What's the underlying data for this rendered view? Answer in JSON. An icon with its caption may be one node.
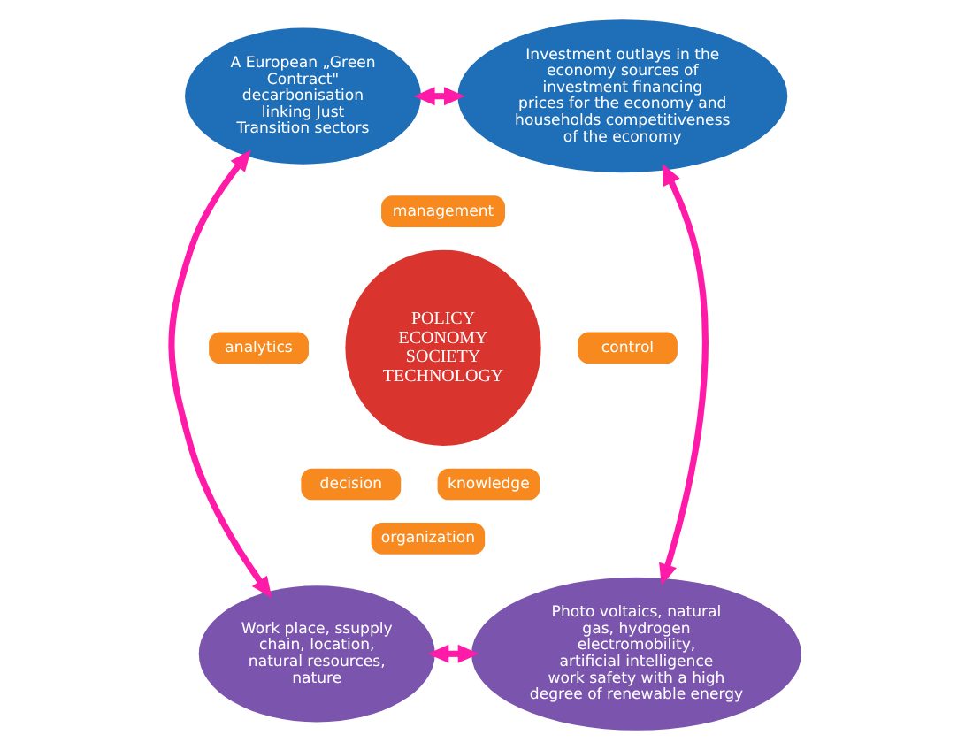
{
  "diagram": {
    "nodes": [
      {
        "text": [
          "A European „Green Contract\" decarbonisation linking Just Transition sectors"
        ]
      },
      {
        "text": [
          "Investment outlays in the economy sources of investment financing prices for the economy and households competitiveness of the economy"
        ]
      },
      {
        "text": [
          "management"
        ]
      },
      {
        "text": [
          "analytics"
        ]
      },
      {
        "text": [
          "POLICY ECONOMY SOCIETY TECHNOLOGY"
        ]
      },
      {
        "text": [
          "control"
        ]
      },
      {
        "text": [
          "decision"
        ]
      },
      {
        "text": [
          "knowledge"
        ]
      },
      {
        "text": [
          "organization"
        ]
      },
      {
        "text": [
          "Work place, ssupply chain, location, natural resources, nature"
        ]
      },
      {
        "text": [
          "Photo voltaics, natural gas, hydrogen electromobility, artificial intelligence  work safety with a high degree of renewable energy"
        ]
      }
    ],
    "edges": [
      {
        "from": 0,
        "to": 1,
        "arrow": "both"
      },
      {
        "from": 0,
        "to": 9,
        "arrow": "both"
      },
      {
        "from": 1,
        "to": 10,
        "arrow": "both"
      },
      {
        "from": 9,
        "to": 10,
        "arrow": "both"
      }
    ]
  }
}
